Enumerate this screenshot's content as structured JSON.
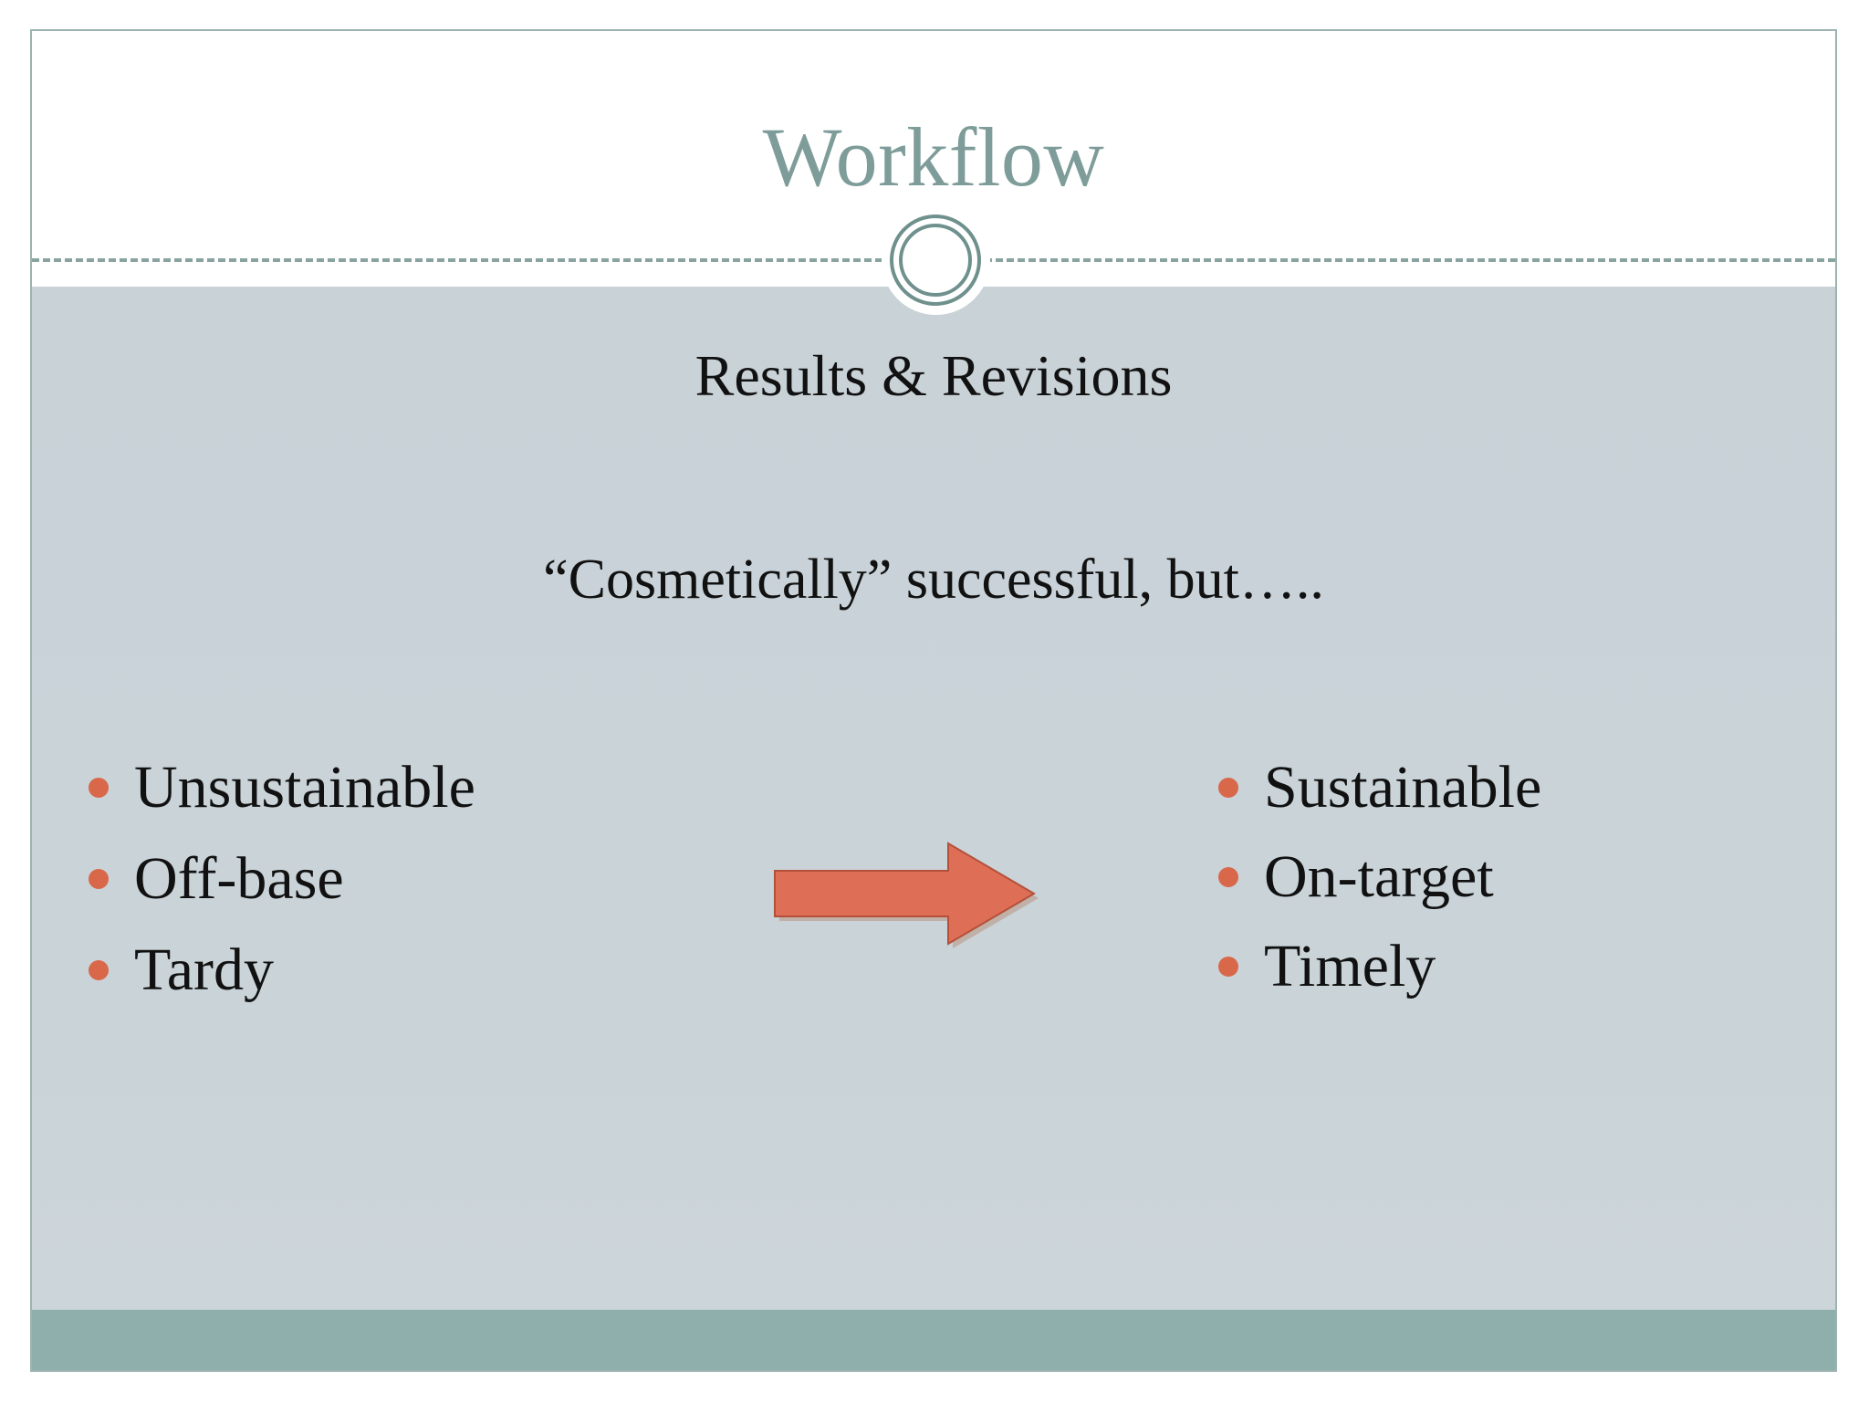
{
  "slide": {
    "title": "Workflow",
    "subtitle": "Results & Revisions",
    "tagline": "“Cosmetically” successful, but…..",
    "left_column": {
      "items": [
        {
          "label": "Unsustainable"
        },
        {
          "label": "Off-base"
        },
        {
          "label": "Tardy"
        }
      ]
    },
    "right_column": {
      "items": [
        {
          "label": "Sustainable"
        },
        {
          "label": "On-target"
        },
        {
          "label": "Timely"
        }
      ]
    },
    "ornament": {
      "circle_icon": "double-ring-circle-icon",
      "divider_icon": "dashed-divider-icon"
    },
    "arrow": {
      "icon": "right-arrow-icon",
      "direction": "right"
    },
    "colors": {
      "title_sage": "#7e9c99",
      "ring_sage": "#6f918d",
      "body_bg": "#c8d2d7",
      "footer_bar": "#8fafac",
      "border": "#9db3b0",
      "bullet_orange": "#d9674a",
      "arrow_fill": "#de6f56",
      "arrow_stroke": "#b4503a",
      "text_black": "#111111"
    }
  }
}
